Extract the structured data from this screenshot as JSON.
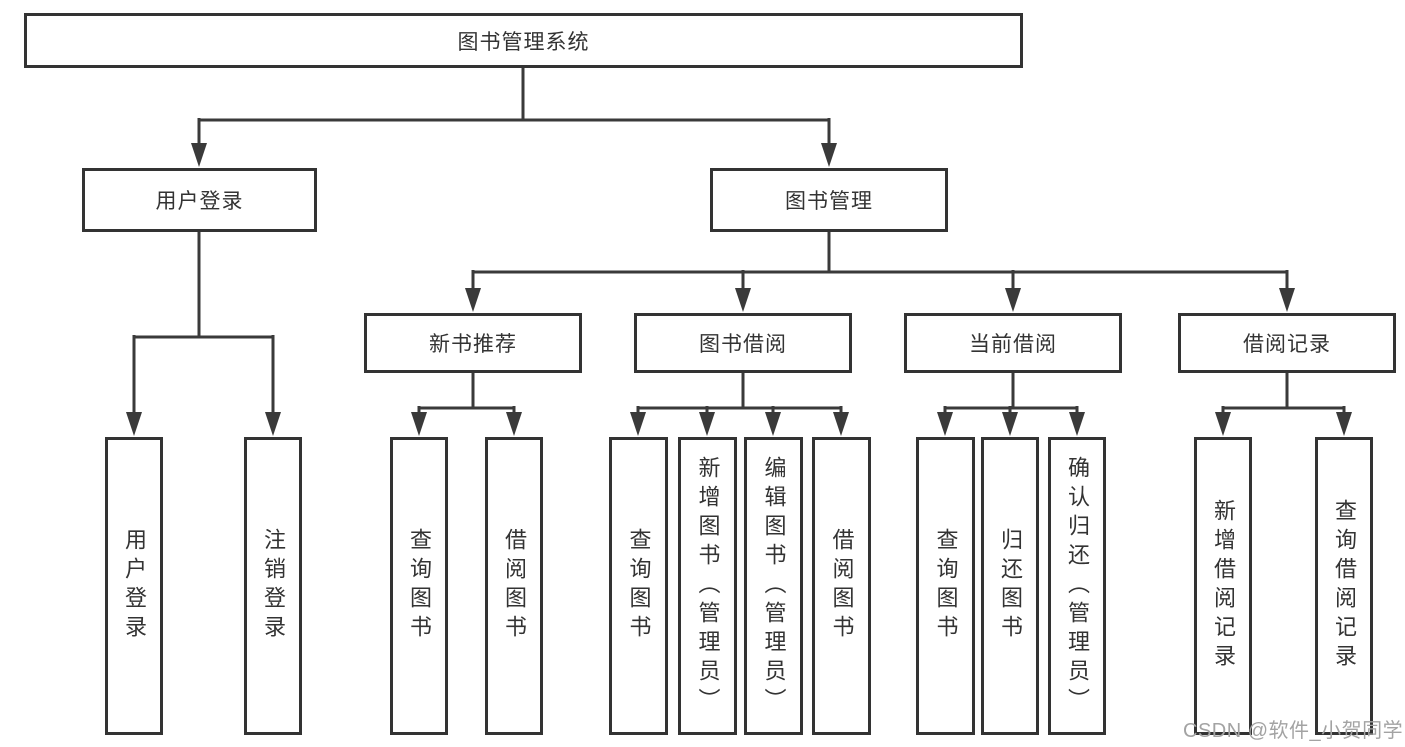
{
  "tree": {
    "root": "图书管理系统",
    "branches": [
      {
        "label": "用户登录",
        "leaves": [
          "用户登录",
          "注销登录"
        ]
      },
      {
        "label": "图书管理",
        "children": [
          {
            "label": "新书推荐",
            "leaves": [
              "查询图书",
              "借阅图书"
            ]
          },
          {
            "label": "图书借阅",
            "leaves": [
              "查询图书",
              "新增图书（管理员）",
              "编辑图书（管理员）",
              "借阅图书"
            ]
          },
          {
            "label": "当前借阅",
            "leaves": [
              "查询图书",
              "归还图书",
              "确认归还（管理员）"
            ]
          },
          {
            "label": "借阅记录",
            "leaves": [
              "新增借阅记录",
              "查询借阅记录"
            ]
          }
        ]
      }
    ]
  },
  "watermark": {
    "text": "CSDN @软件_小贺同学"
  },
  "colors": {
    "line": "#3a3a3a",
    "border": "#333333",
    "text": "#333333",
    "background": "#ffffff",
    "watermark": "#a3a3a3"
  }
}
